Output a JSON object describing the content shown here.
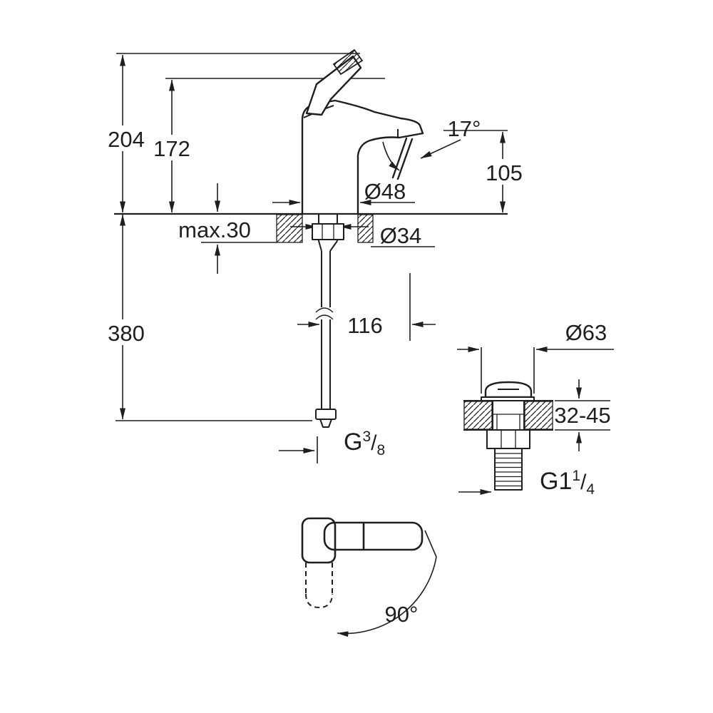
{
  "colors": {
    "line": "#1f1f1f",
    "background": "#ffffff"
  },
  "faucet_view": {
    "overall_height": "204",
    "body_height": "172",
    "spout_angle": "17°",
    "spout_height": "105",
    "base_diameter": "Ø48",
    "max_deck_thickness": "max.30",
    "hole_diameter": "Ø34",
    "hose_length": "380",
    "spout_reach": "116",
    "supply_thread": {
      "prefix": "G",
      "numerator": "3",
      "slash": "/",
      "denominator": "8"
    }
  },
  "waste_view": {
    "flange_diameter": "Ø63",
    "deck_thickness_range": "32-45",
    "waste_thread": {
      "prefix": "G1",
      "numerator": "1",
      "slash": "/",
      "denominator": "4"
    }
  },
  "handle_view": {
    "rotation_angle": "90°"
  }
}
